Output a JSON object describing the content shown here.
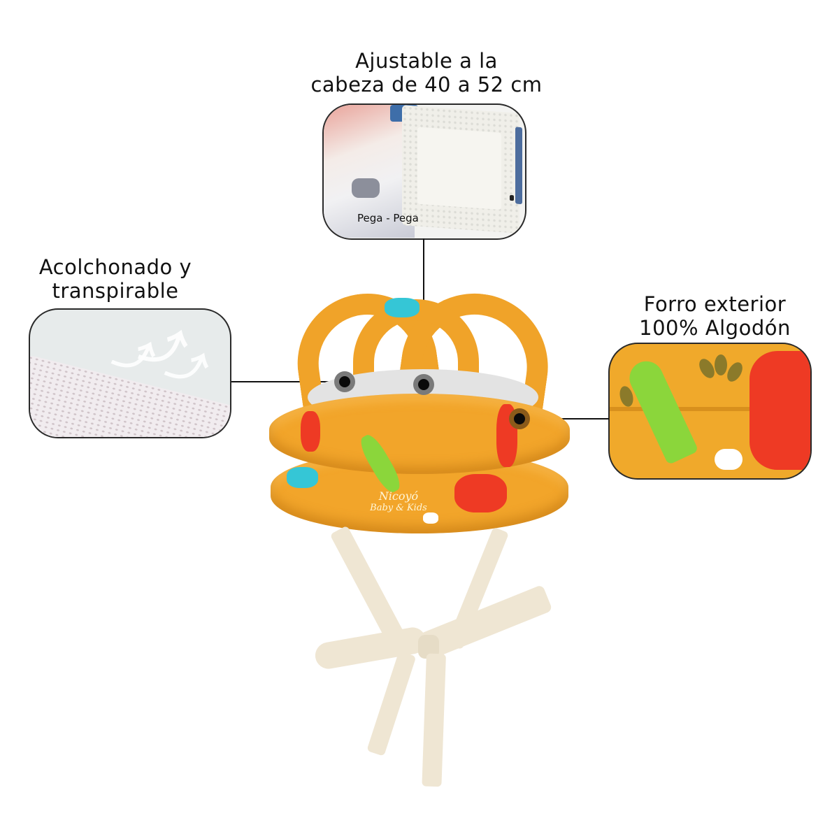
{
  "callouts": {
    "top": {
      "title_line1": "Ajustable a la",
      "title_line2": "cabeza de 40 a 52 cm",
      "image_caption": "Pega - Pega"
    },
    "left": {
      "title_line1": "Acolchonado y",
      "title_line2": "transpirable"
    },
    "right": {
      "title_line1": "Forro exterior",
      "title_line2": "100% Algodón"
    }
  },
  "product": {
    "brand_line1": "Nicoyó",
    "brand_line2": "Baby & Kids"
  },
  "colors": {
    "helmet_fabric": "#f0a329",
    "dino_red": "#ee3a24",
    "dino_green": "#8bd63b",
    "dino_teal": "#35c6d6",
    "strap": "#efe6d3",
    "line": "#111111",
    "card_border": "#2a2a2a"
  },
  "icons": {
    "breathable_arrows": "↑"
  }
}
